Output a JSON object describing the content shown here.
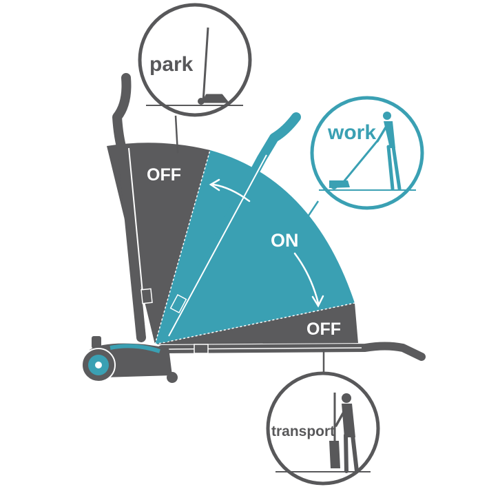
{
  "diagram": {
    "zones": {
      "off_top": "OFF",
      "on": "ON",
      "off_bottom": "OFF"
    },
    "callouts": {
      "park": "park",
      "work": "work",
      "transport": "transport"
    }
  },
  "colors": {
    "off_zone": "#5b5b5d",
    "on_zone": "#3aa0b3",
    "outline": "#58585a",
    "white": "#ffffff"
  }
}
